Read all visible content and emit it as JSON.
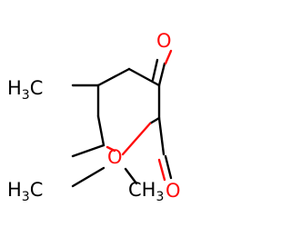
{
  "molecule": {
    "atoms": {
      "ketone_oxygen": "O",
      "ester_oxygen": "O",
      "carbonyl_oxygen": "O",
      "methyl_left": {
        "symbol": "H",
        "subscript": "3",
        "element": "C"
      },
      "ethyl_methyl": {
        "symbol": "H",
        "subscript": "3",
        "element": "C"
      },
      "methyl_right": {
        "element": "C",
        "symbol": "H",
        "subscript": "3"
      }
    },
    "colors": {
      "carbon": "#000000",
      "oxygen": "#ff0d0d",
      "background": "#ffffff"
    }
  }
}
